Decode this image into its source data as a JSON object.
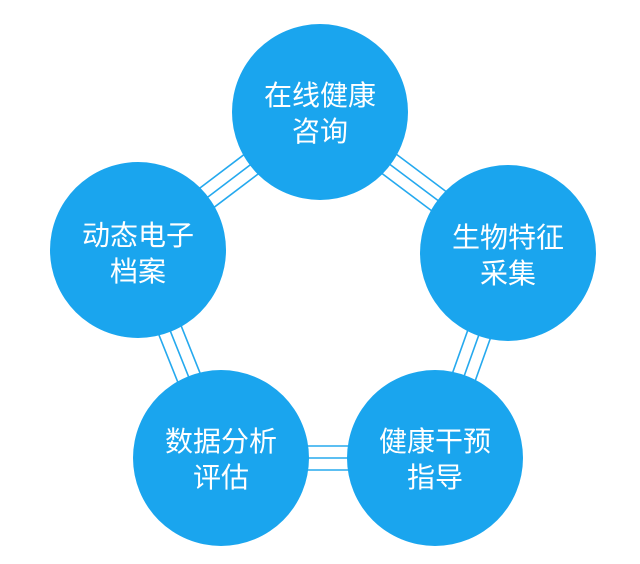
{
  "diagram": {
    "nodes": [
      {
        "id": "online-consultation",
        "lines": [
          "在线健康",
          "咨询"
        ]
      },
      {
        "id": "biometric-collection",
        "lines": [
          "生物特征",
          "采集"
        ]
      },
      {
        "id": "health-intervention",
        "lines": [
          "健康干预",
          "指导"
        ]
      },
      {
        "id": "data-analysis",
        "lines": [
          "数据分析",
          "评估"
        ]
      },
      {
        "id": "dynamic-records",
        "lines": [
          "动态电子",
          "档案"
        ]
      }
    ],
    "colors": {
      "node_fill": "#1aa5ee",
      "connector": "#1aa5ee",
      "text": "#ffffff"
    }
  }
}
